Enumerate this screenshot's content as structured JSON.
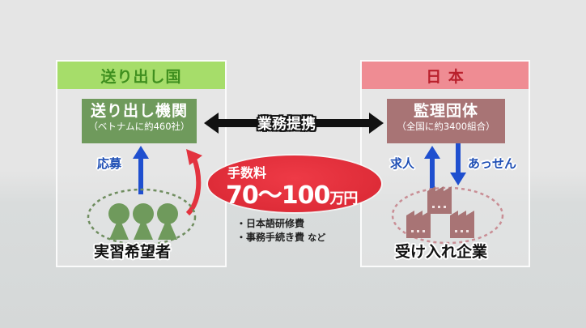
{
  "sending_country": {
    "header": "送り出し国",
    "header_color": "#a6dd6a",
    "header_text_color": "#3f8f1f",
    "agency": {
      "title": "送り出し機関",
      "subtitle": "（ベトナムに約460社）",
      "color": "#6f9a5c"
    },
    "apply_label": "応募",
    "applicants_label": "実習希望者",
    "person_color": "#6f9a5c",
    "person_count": 3
  },
  "japan": {
    "header": "日 本",
    "header_color": "#ef8c93",
    "header_text_color": "#b9202c",
    "organization": {
      "title": "監理団体",
      "subtitle": "（全国に約3400組合）",
      "color": "#a87475"
    },
    "job_offer_label": "求人",
    "placement_label": "あっせん",
    "companies_label": "受け入れ企業",
    "factory_color": "#a87475",
    "factory_count": 3
  },
  "partnership_label": "業務提携",
  "fee": {
    "title": "手数料",
    "amount": "70～100",
    "unit": "万円",
    "color": "#e3333f",
    "items": [
      "・日本語研修費",
      "・事務手続き費"
    ],
    "items_suffix": "など"
  },
  "arrow_color_blue": "#1f4fcf"
}
